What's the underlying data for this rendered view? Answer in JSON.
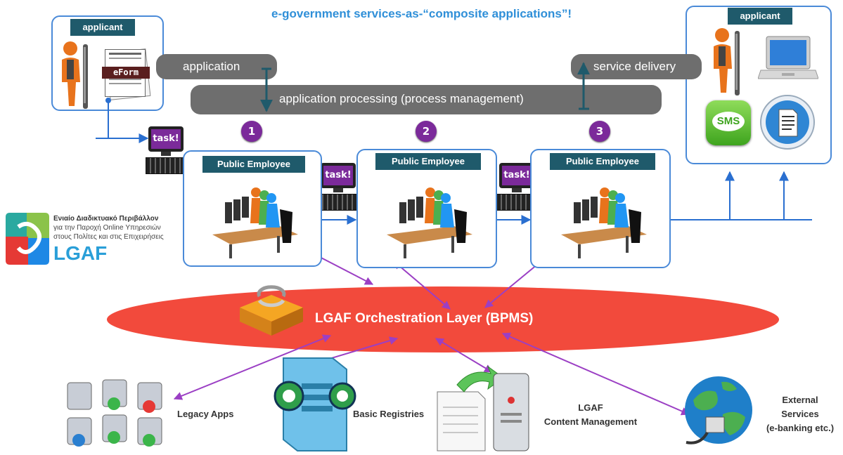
{
  "title": "e-government services-as-“composite applications”!",
  "applicant_left": {
    "label": "applicant",
    "eform": "eForm"
  },
  "applicant_right": {
    "label": "applicant",
    "sms": "SMS"
  },
  "pills": {
    "application": "application",
    "processing": "application processing (process management)",
    "delivery": "service delivery"
  },
  "tasks": [
    "task!",
    "task!",
    "task!"
  ],
  "steps": [
    {
      "num": "1",
      "label": "Public Employee"
    },
    {
      "num": "2",
      "label": "Public Employee"
    },
    {
      "num": "3",
      "label": "Public Employee"
    }
  ],
  "logo": {
    "line1": "Ενιαίο Διαδικτυακό Περιβάλλον",
    "line2": "για την Παροχή Online Υπηρεσιών",
    "line3": "στους Πολίτες και στις Επιχειρήσεις",
    "word": "LGAF"
  },
  "orchestration": "LGAF Orchestration Layer (BPMS)",
  "systems": {
    "legacy": "Legacy Apps",
    "registries": "Basic Registries",
    "content_line1": "LGAF",
    "content_line2": "Content Management",
    "external_line1": "External",
    "external_line2": "Services",
    "external_line3": "(e-banking etc.)"
  },
  "colors": {
    "accent_blue": "#2f8fd8",
    "box_border": "#4a8ad8",
    "tag_bg": "#1f5a6b",
    "pill_bg": "#6e6e6e",
    "ellipse": "#f24a3c",
    "purple": "#9b3fc4",
    "step_badge": "#7b2a9a"
  }
}
